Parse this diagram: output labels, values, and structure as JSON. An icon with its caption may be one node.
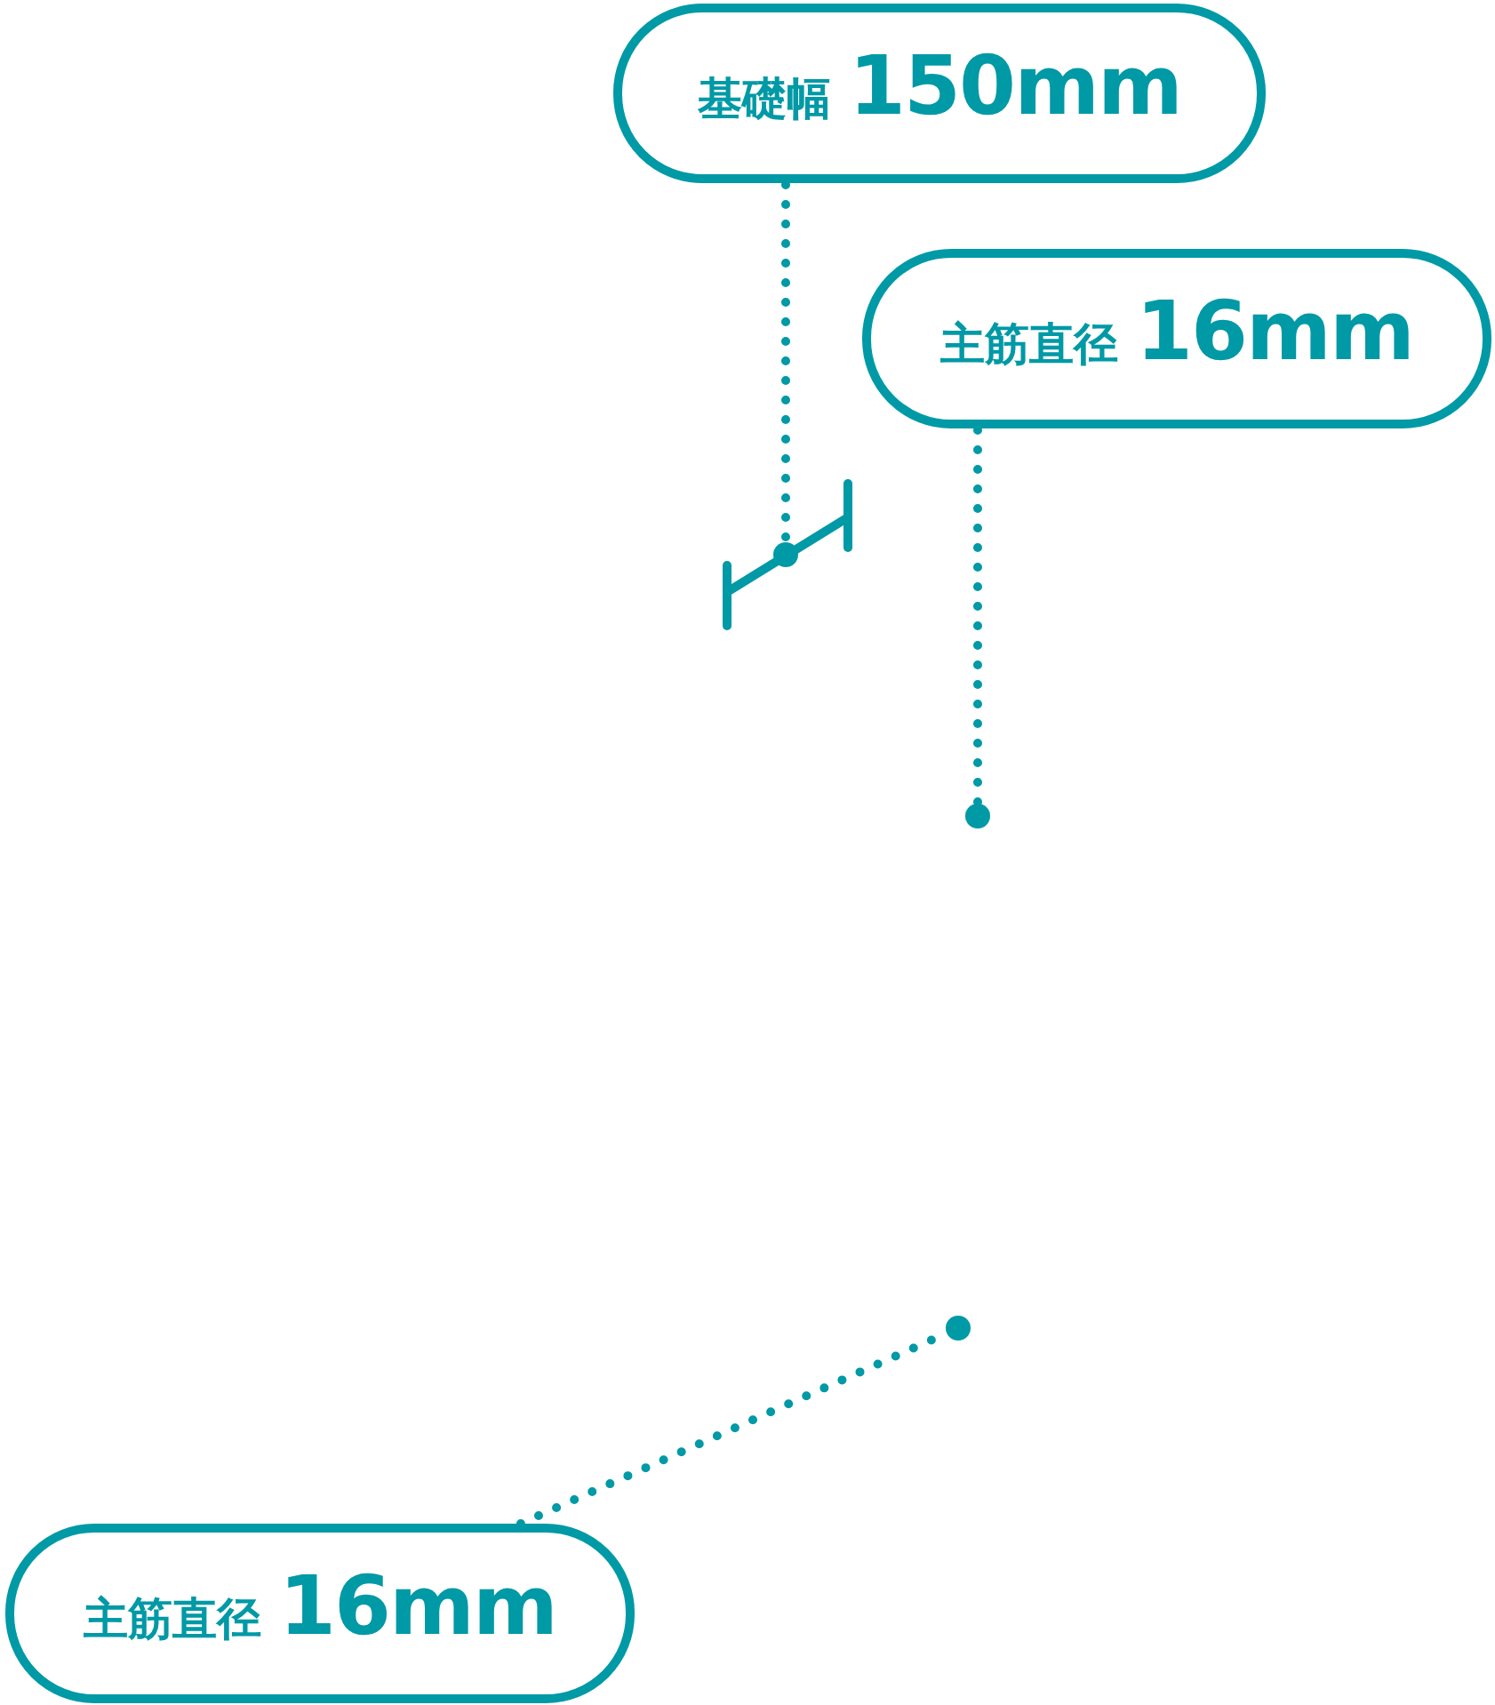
{
  "diagram": {
    "nodes": [
      {
        "text": [
          "基礎幅",
          "150mm"
        ]
      },
      {
        "text": [
          "主筋直径",
          "16mm"
        ]
      },
      {
        "text": [],
        "shape": "circle"
      },
      {
        "text": [],
        "shape": "circle"
      },
      {
        "text": [],
        "shape": "circle"
      },
      {
        "text": [
          "主筋直径",
          "16mm"
        ]
      }
    ],
    "edges": [
      {
        "from": 0,
        "to": 2,
        "arrow": "none"
      },
      {
        "from": 1,
        "to": 3,
        "arrow": "none"
      },
      {
        "from": 5,
        "to": 4,
        "arrow": "none"
      }
    ]
  }
}
